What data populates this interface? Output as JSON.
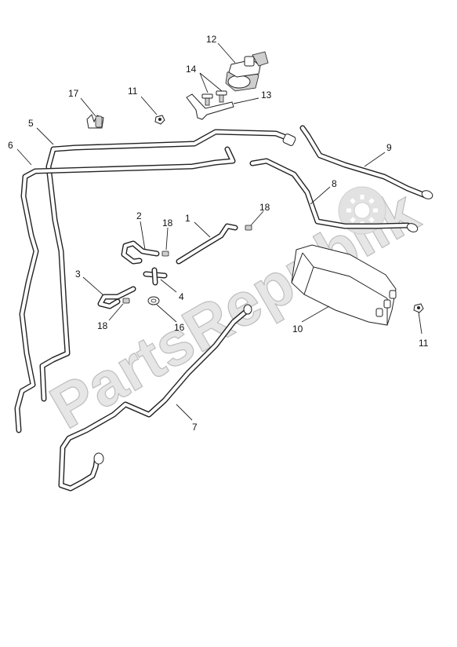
{
  "watermark": {
    "text": "PartsRepublik",
    "logo": "gear-logo"
  },
  "callouts": [
    {
      "key": "c1",
      "label": "1"
    },
    {
      "key": "c2",
      "label": "2"
    },
    {
      "key": "c3",
      "label": "3"
    },
    {
      "key": "c4",
      "label": "4"
    },
    {
      "key": "c5",
      "label": "5"
    },
    {
      "key": "c6",
      "label": "6"
    },
    {
      "key": "c7",
      "label": "7"
    },
    {
      "key": "c8",
      "label": "8"
    },
    {
      "key": "c9",
      "label": "9"
    },
    {
      "key": "c10",
      "label": "10"
    },
    {
      "key": "c11a",
      "label": "11"
    },
    {
      "key": "c11b",
      "label": "11"
    },
    {
      "key": "c12",
      "label": "12"
    },
    {
      "key": "c13",
      "label": "13"
    },
    {
      "key": "c14",
      "label": "14"
    },
    {
      "key": "c16",
      "label": "16"
    },
    {
      "key": "c17",
      "label": "17"
    },
    {
      "key": "c18a",
      "label": "18"
    },
    {
      "key": "c18b",
      "label": "18"
    },
    {
      "key": "c18c",
      "label": "18"
    }
  ]
}
